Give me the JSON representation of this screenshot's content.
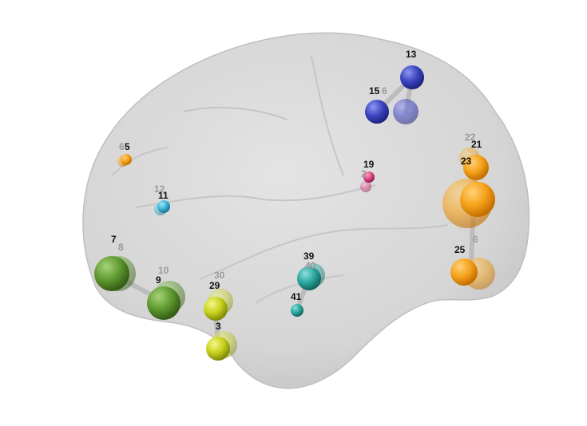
{
  "colors": {
    "brain_fill": "#d9d9d9",
    "blue": "#3a45c0",
    "orange": "#f5a21a",
    "green": "#5f9a30",
    "yellow_green": "#c8d21e",
    "teal": "#2aa7a0",
    "cyan": "#3bb6d6",
    "pink": "#e04a86"
  },
  "nodes": [
    {
      "id": "n13",
      "label": "13",
      "layer": "front",
      "color": "blue",
      "icon": "sphere-node"
    },
    {
      "id": "n15",
      "label": "15",
      "layer": "front",
      "color": "blue",
      "icon": "sphere-node"
    },
    {
      "id": "n16",
      "label": "6",
      "layer": "back",
      "color": "blue",
      "icon": "sphere-node"
    },
    {
      "id": "n5",
      "label": "5",
      "layer": "front",
      "color": "orange",
      "icon": "sphere-node"
    },
    {
      "id": "n6",
      "label": "6",
      "layer": "back",
      "color": "orange",
      "icon": "sphere-node"
    },
    {
      "id": "n11",
      "label": "11",
      "layer": "front",
      "color": "cyan",
      "icon": "sphere-node"
    },
    {
      "id": "n12",
      "label": "12",
      "layer": "back",
      "color": "cyan",
      "icon": "sphere-node"
    },
    {
      "id": "n19",
      "label": "19",
      "layer": "front",
      "color": "pink",
      "icon": "sphere-node"
    },
    {
      "id": "n20",
      "label": "2",
      "layer": "back",
      "color": "pink",
      "icon": "sphere-node"
    },
    {
      "id": "n21",
      "label": "21",
      "layer": "front",
      "color": "orange",
      "icon": "sphere-node"
    },
    {
      "id": "n22",
      "label": "22",
      "layer": "back",
      "color": "orange",
      "icon": "sphere-node"
    },
    {
      "id": "n23",
      "label": "23",
      "layer": "front",
      "color": "orange",
      "icon": "sphere-node"
    },
    {
      "id": "n25",
      "label": "25",
      "layer": "front",
      "color": "orange",
      "icon": "sphere-node"
    },
    {
      "id": "n26",
      "label": "6",
      "layer": "back",
      "color": "orange",
      "icon": "sphere-node"
    },
    {
      "id": "n7",
      "label": "7",
      "layer": "front",
      "color": "green",
      "icon": "sphere-node"
    },
    {
      "id": "n8",
      "label": "8",
      "layer": "back",
      "color": "green",
      "icon": "sphere-node"
    },
    {
      "id": "n9",
      "label": "9",
      "layer": "front",
      "color": "green",
      "icon": "sphere-node"
    },
    {
      "id": "n10",
      "label": "10",
      "layer": "back",
      "color": "green",
      "icon": "sphere-node"
    },
    {
      "id": "n29",
      "label": "29",
      "layer": "front",
      "color": "yellow_green",
      "icon": "sphere-node"
    },
    {
      "id": "n30",
      "label": "30",
      "layer": "back",
      "color": "yellow_green",
      "icon": "sphere-node"
    },
    {
      "id": "n3",
      "label": "3",
      "layer": "front",
      "color": "yellow_green",
      "icon": "sphere-node"
    },
    {
      "id": "n39",
      "label": "39",
      "layer": "front",
      "color": "teal",
      "icon": "sphere-node"
    },
    {
      "id": "n40",
      "label": "40",
      "layer": "back",
      "color": "teal",
      "icon": "sphere-node"
    },
    {
      "id": "n41",
      "label": "41",
      "layer": "front",
      "color": "teal",
      "icon": "sphere-node"
    }
  ]
}
